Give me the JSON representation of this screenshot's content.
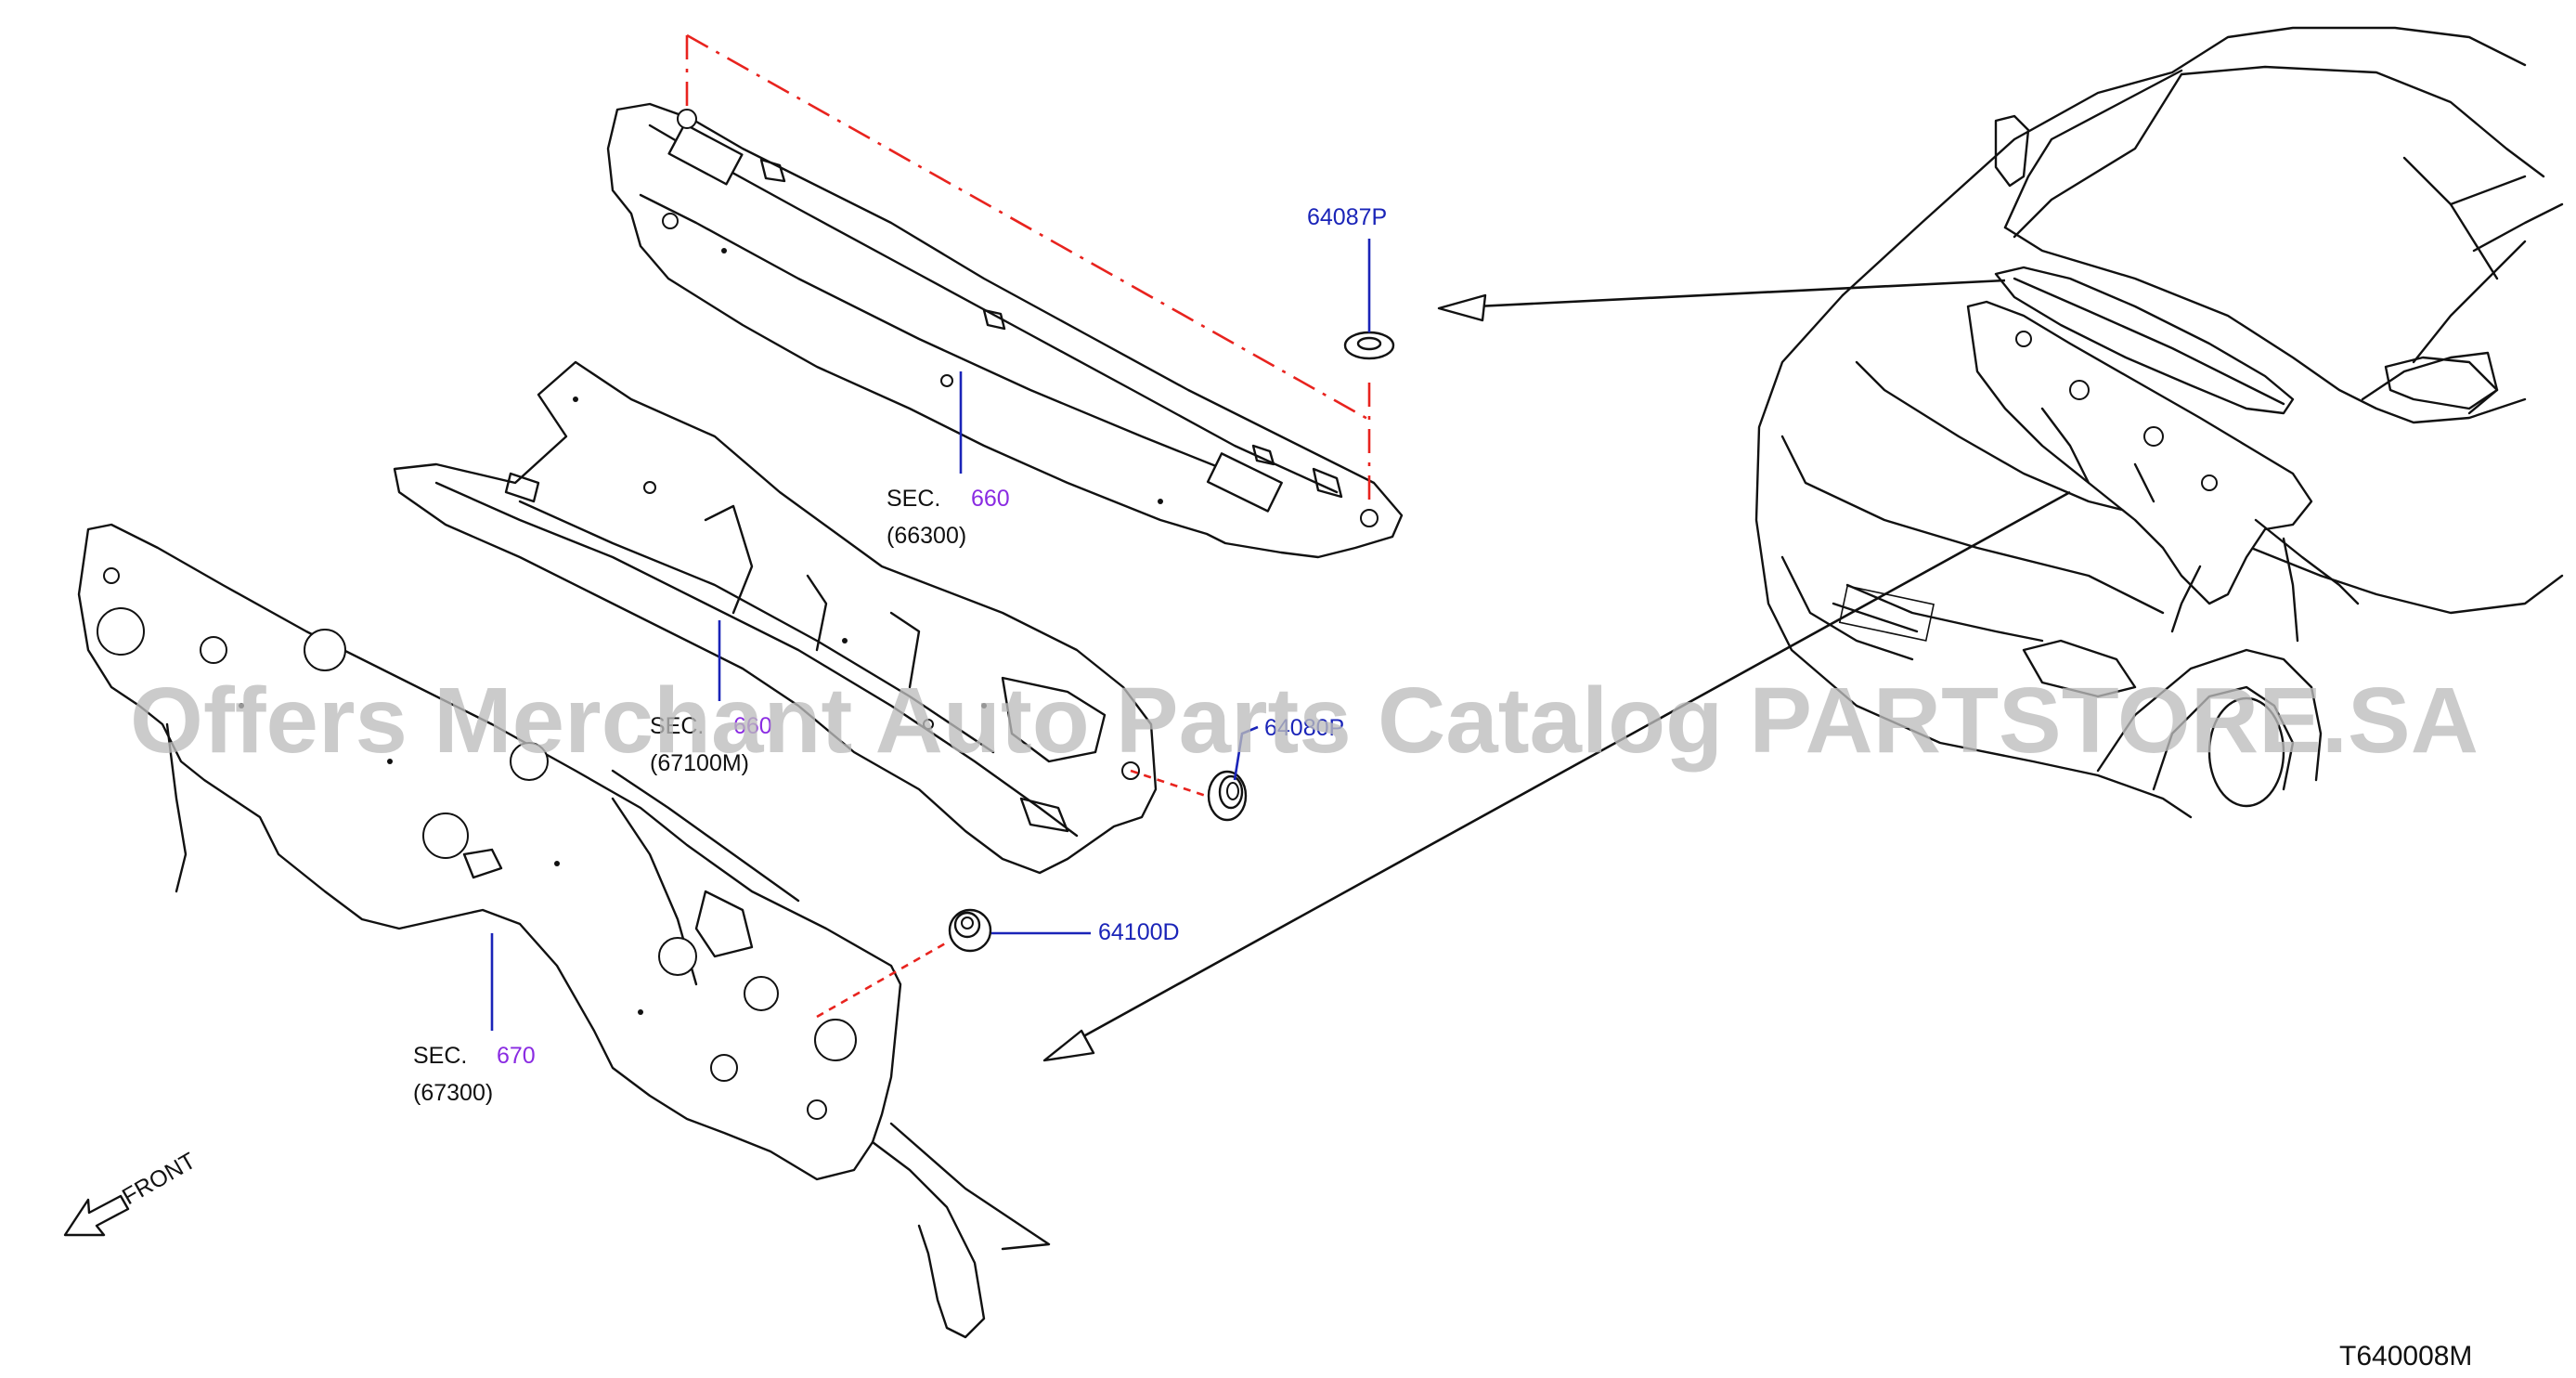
{
  "watermark": "Offers Merchant Auto Parts Catalog PARTSTORE.SA",
  "diagram_code": "T640008M",
  "front_label": "FRONT",
  "parts": [
    {
      "id": "64087P",
      "color": "#1a24b8"
    },
    {
      "id": "64080P",
      "color": "#1a24b8"
    },
    {
      "id": "64100D",
      "color": "#1a24b8"
    }
  ],
  "sections": [
    {
      "prefix": "SEC.",
      "number": "660",
      "ref": "(66300)"
    },
    {
      "prefix": "SEC.",
      "number": "660",
      "ref": "(67100M)"
    },
    {
      "prefix": "SEC.",
      "number": "670",
      "ref": "(67300)"
    }
  ],
  "colors": {
    "part_label": "#1a24b8",
    "section_number": "#8a2be2",
    "exploded_leader": "#e8231e",
    "line_art": "#111111",
    "watermark": "#bdbdbd"
  }
}
